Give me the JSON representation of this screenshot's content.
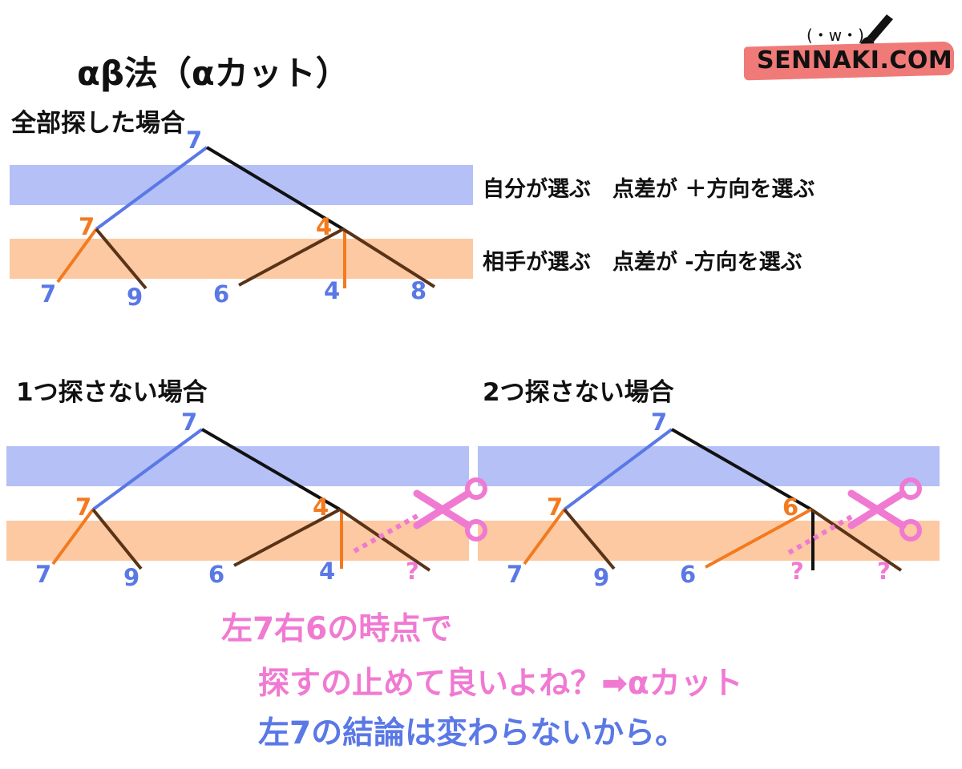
{
  "title": "αβ法（αカット）",
  "logo": {
    "text": "SENNAKI.COM",
    "face": "(・w・)"
  },
  "colors": {
    "blue": "#5a78e6",
    "orange": "#f37a1f",
    "black": "#111111",
    "brown": "#5a3318",
    "pink": "#f07ad2",
    "blue_band": "#b4c0f6",
    "orange_band": "#fcc9a2"
  },
  "section_full": {
    "heading": "全部探した場合",
    "legend_max": "自分が選ぶ　点差が ＋方向を選ぶ",
    "legend_min": "相手が選ぶ　点差が -方向を選ぶ",
    "root": "7",
    "left": "7",
    "right": "4",
    "leaves": [
      "7",
      "9",
      "6",
      "4",
      "8"
    ]
  },
  "section_one": {
    "heading": "1つ探さない場合",
    "root": "7",
    "left": "7",
    "right": "4",
    "leaves": [
      "7",
      "9",
      "6",
      "4",
      "?"
    ]
  },
  "section_two": {
    "heading": "2つ探さない場合",
    "root": "7",
    "left": "7",
    "right": "6",
    "leaves": [
      "7",
      "9",
      "6",
      "?",
      "?"
    ]
  },
  "note": {
    "line1": "左7右6の時点で",
    "line2": "探すの止めて良いよね？➡αカット",
    "line3": "左7の結論は変わらないから。"
  }
}
